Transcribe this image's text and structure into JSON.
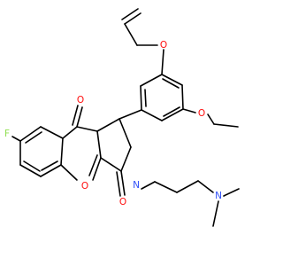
{
  "molecule": {
    "atom_labels": {
      "o_allyl": "O",
      "o_ethoxy": "O",
      "o_ketone": "O",
      "o_ring": "O",
      "o_lactam": "O",
      "f": "F",
      "n_ring": "N",
      "n_amine": "N"
    },
    "colors": {
      "bond": "#000000",
      "oxygen": "#ff0d0d",
      "nitrogen": "#3050f8",
      "fluorine": "#90e050"
    }
  }
}
